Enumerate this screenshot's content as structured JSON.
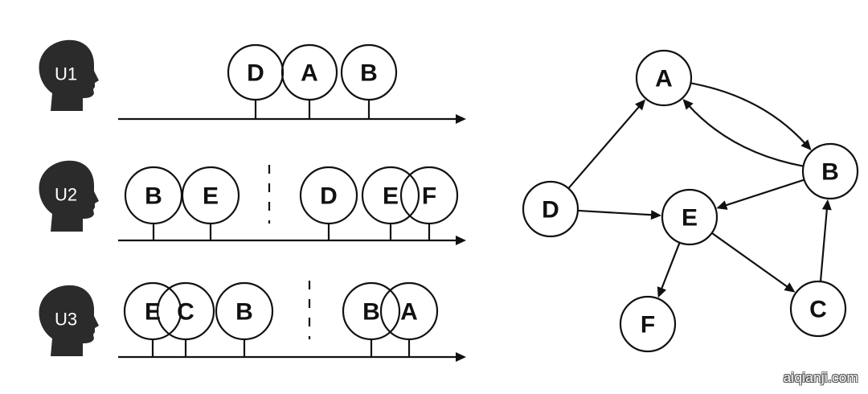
{
  "sequences": [
    {
      "user": "U1",
      "sessions": [
        {
          "items": [
            "D",
            "A",
            "B"
          ]
        }
      ]
    },
    {
      "user": "U2",
      "sessions": [
        {
          "items": [
            "B",
            "E"
          ]
        },
        {
          "items": [
            "D",
            "E",
            "F"
          ]
        }
      ]
    },
    {
      "user": "U3",
      "sessions": [
        {
          "items": [
            "E",
            "C",
            "B"
          ]
        },
        {
          "items": [
            "B",
            "A"
          ]
        }
      ]
    }
  ],
  "graph": {
    "nodes": [
      "A",
      "B",
      "C",
      "D",
      "E",
      "F"
    ],
    "edges": [
      {
        "from": "A",
        "to": "B"
      },
      {
        "from": "B",
        "to": "A"
      },
      {
        "from": "D",
        "to": "A"
      },
      {
        "from": "D",
        "to": "E"
      },
      {
        "from": "B",
        "to": "E"
      },
      {
        "from": "E",
        "to": "F"
      },
      {
        "from": "E",
        "to": "C"
      },
      {
        "from": "C",
        "to": "B"
      }
    ]
  },
  "watermark": "aiqianji.com",
  "colors": {
    "stroke": "#111111",
    "head": "#2b2b2b",
    "background": "#ffffff"
  }
}
